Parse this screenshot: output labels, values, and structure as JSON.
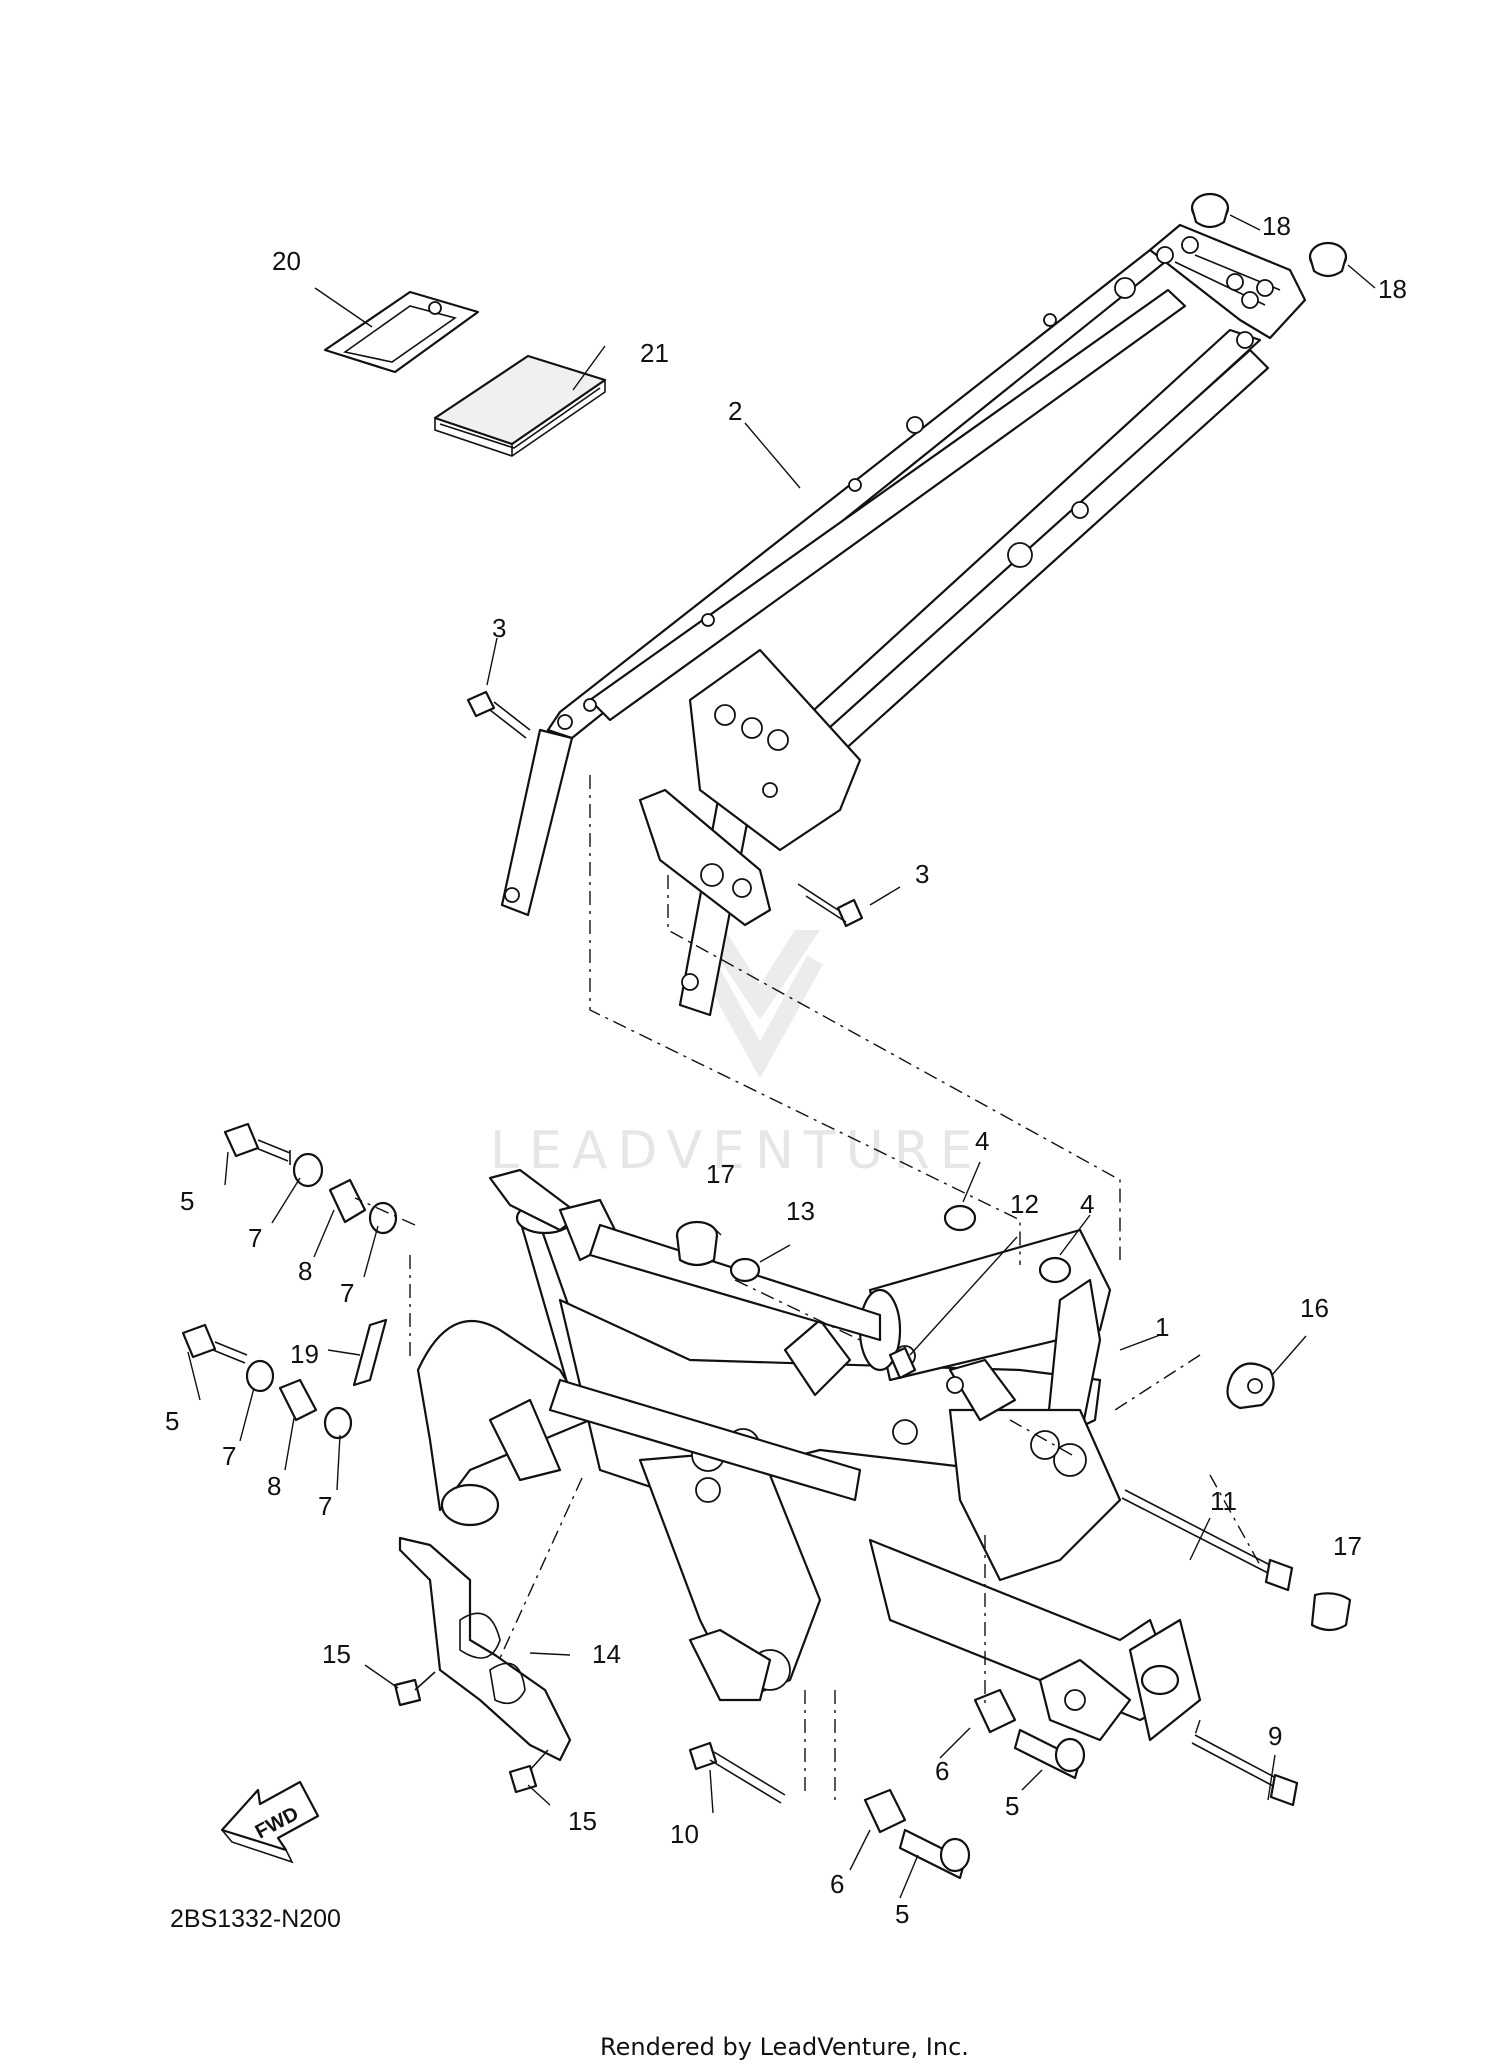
{
  "diagram": {
    "reference_code": "2BS1332-N200",
    "fwd_label": "FWD",
    "footer": "Rendered by LeadVenture, Inc.",
    "watermark": "LEADVENTURE",
    "callouts": {
      "c20": "20",
      "c21": "21",
      "c2": "2",
      "c18a": "18",
      "c18b": "18",
      "c3a": "3",
      "c3b": "3",
      "c4a": "4",
      "c4b": "4",
      "c5a": "5",
      "c5b": "5",
      "c5c": "5",
      "c5d": "5",
      "c7a": "7",
      "c7b": "7",
      "c7c": "7",
      "c7d": "7",
      "c8a": "8",
      "c8b": "8",
      "c17a": "17",
      "c17b": "17",
      "c13": "13",
      "c12": "12",
      "c1": "1",
      "c16": "16",
      "c19": "19",
      "c11": "11",
      "c14": "14",
      "c15a": "15",
      "c15b": "15",
      "c9": "9",
      "c10": "10",
      "c6a": "6",
      "c6b": "6"
    }
  }
}
